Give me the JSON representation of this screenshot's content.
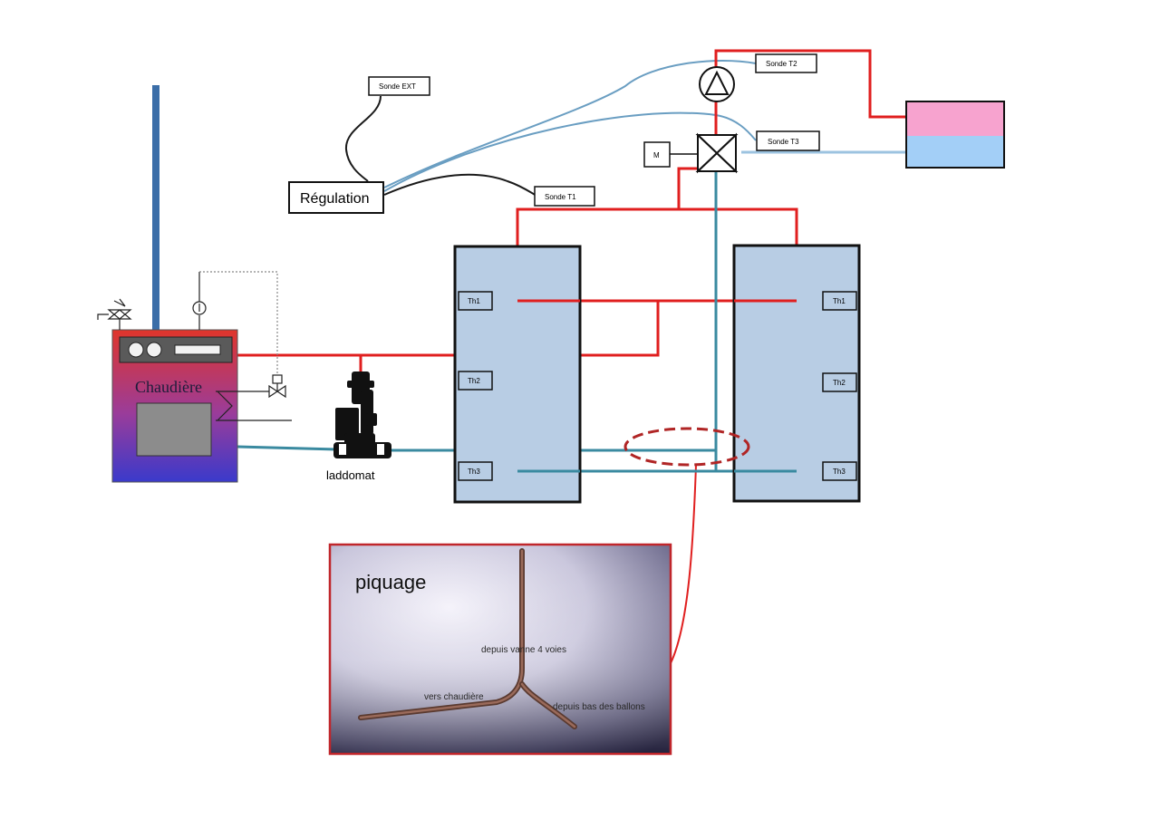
{
  "labels": {
    "sonde_ext": "Sonde EXT",
    "sonde_t1": "Sonde T1",
    "sonde_t2": "Sonde T2",
    "sonde_t3": "Sonde T3",
    "regulation": "Régulation",
    "motor": "M",
    "chaudiere": "Chaudière",
    "laddomat": "laddomat",
    "tank1": {
      "th1": "Th1",
      "th2": "Th2",
      "th3": "Th3"
    },
    "tank2": {
      "th1": "Th1",
      "th2": "Th2",
      "th3": "Th3"
    }
  },
  "inset": {
    "title": "piquage",
    "from_valve": "depuis vanne 4 voies",
    "to_boiler": "vers chaudière",
    "from_tanks": "depuis bas des ballons"
  },
  "colors": {
    "hot_pipe": "#e01f1f",
    "cold_pipe": "#3a8aa0",
    "sensor_wire": "#6a9ec2",
    "tank_fill": "#b8cde4",
    "boiler_top": "#e0352b",
    "boiler_bottom": "#3a3acb",
    "inset_border": "#c0262b",
    "consumer_hot": "#f7a3cf",
    "consumer_cold": "#a3cff7"
  }
}
